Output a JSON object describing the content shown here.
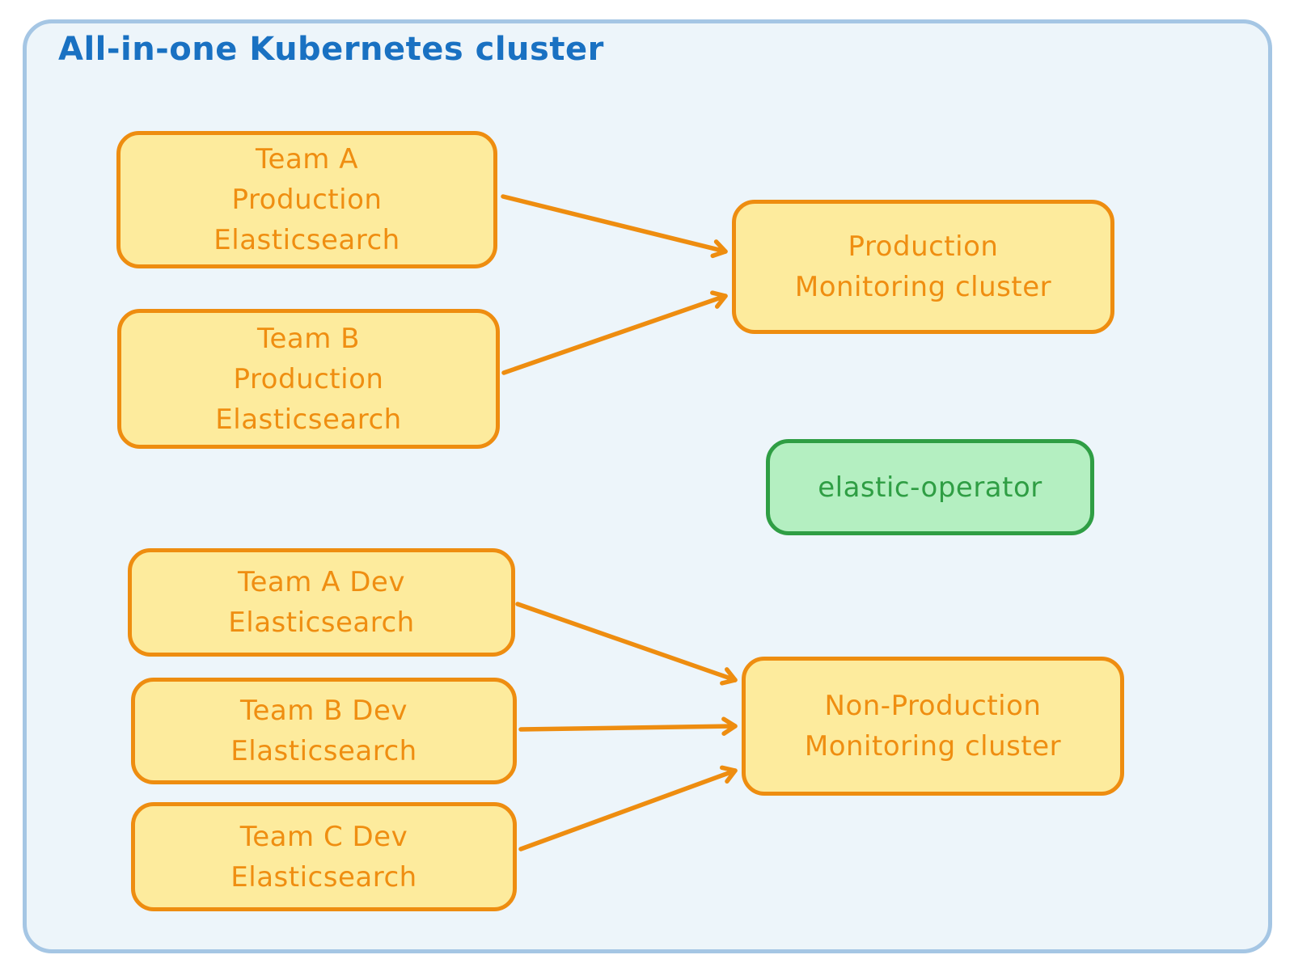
{
  "title": "All-in-one Kubernetes cluster",
  "nodes": {
    "team_a_prod": {
      "lines": [
        "Team A",
        "Production",
        "Elasticsearch"
      ]
    },
    "team_b_prod": {
      "lines": [
        "Team B",
        "Production",
        "Elasticsearch"
      ]
    },
    "prod_monitoring": {
      "lines": [
        "Production",
        "Monitoring cluster"
      ]
    },
    "elastic_operator": {
      "lines": [
        "elastic-operator"
      ]
    },
    "team_a_dev": {
      "lines": [
        "Team A Dev",
        "Elasticsearch"
      ]
    },
    "team_b_dev": {
      "lines": [
        "Team B Dev",
        "Elasticsearch"
      ]
    },
    "team_c_dev": {
      "lines": [
        "Team C Dev",
        "Elasticsearch"
      ]
    },
    "non_prod_monitoring": {
      "lines": [
        "Non-Production",
        "Monitoring cluster"
      ]
    }
  },
  "edges": [
    {
      "from": "team_a_prod",
      "to": "prod_monitoring"
    },
    {
      "from": "team_b_prod",
      "to": "prod_monitoring"
    },
    {
      "from": "team_a_dev",
      "to": "non_prod_monitoring"
    },
    {
      "from": "team_b_dev",
      "to": "non_prod_monitoring"
    },
    {
      "from": "team_c_dev",
      "to": "non_prod_monitoring"
    }
  ],
  "colors": {
    "container_border": "#a5c6e4",
    "container_fill": "#edf5fa",
    "title_text": "#1971c2",
    "es_border": "#ee8d10",
    "es_fill": "#fdeb9d",
    "es_text": "#ef8e11",
    "operator_border": "#2f9e44",
    "operator_fill": "#b4efc1",
    "operator_text": "#2f9e44",
    "arrow": "#ee8d10",
    "page_bg": "#ffffff"
  }
}
